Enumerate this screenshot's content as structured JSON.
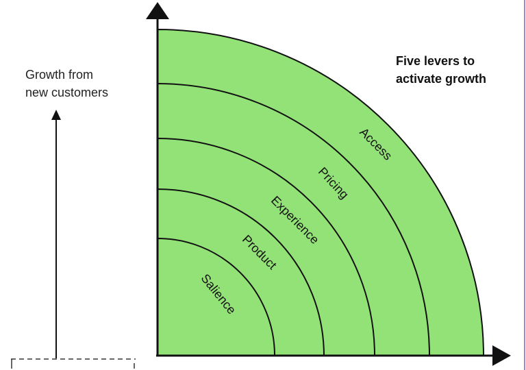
{
  "title": {
    "line1": "Five levers to",
    "line2": "activate growth"
  },
  "side_axis": {
    "line1": "Growth from",
    "line2": "new customers"
  },
  "levers": [
    {
      "label": "Salience"
    },
    {
      "label": "Product"
    },
    {
      "label": "Experience"
    },
    {
      "label": "Pricing"
    },
    {
      "label": "Access"
    }
  ],
  "colors": {
    "fill": "#93e277",
    "line": "#111111",
    "edge": "#9b86c8"
  }
}
